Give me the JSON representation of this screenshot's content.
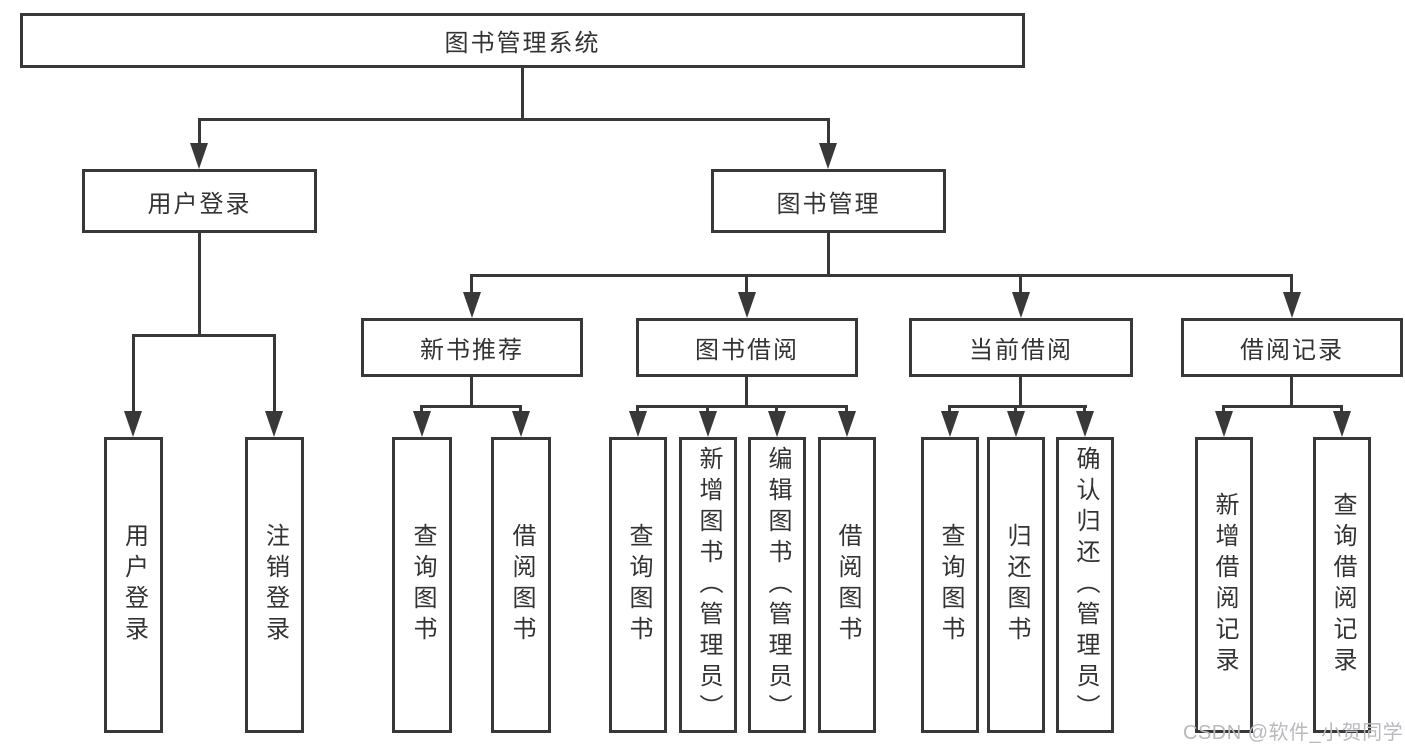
{
  "diagram": {
    "type": "hierarchy",
    "watermark": "CSDN @软件_小贺同学",
    "colors": {
      "line": "#383838",
      "text": "#333333",
      "background": "#ffffff",
      "watermark": "#b9b9be"
    },
    "tree": {
      "label": "图书管理系统",
      "children": [
        {
          "label": "用户登录",
          "children": [
            {
              "label": "用户登录"
            },
            {
              "label": "注销登录"
            }
          ]
        },
        {
          "label": "图书管理",
          "children": [
            {
              "label": "新书推荐",
              "children": [
                {
                  "label": "查询图书"
                },
                {
                  "label": "借阅图书"
                }
              ]
            },
            {
              "label": "图书借阅",
              "children": [
                {
                  "label": "查询图书"
                },
                {
                  "label": "新增图书（管理员）"
                },
                {
                  "label": "编辑图书（管理员）"
                },
                {
                  "label": "借阅图书"
                }
              ]
            },
            {
              "label": "当前借阅",
              "children": [
                {
                  "label": "查询图书"
                },
                {
                  "label": "归还图书"
                },
                {
                  "label": "确认归还（管理员）"
                }
              ]
            },
            {
              "label": "借阅记录",
              "children": [
                {
                  "label": "新增借阅记录"
                },
                {
                  "label": "查询借阅记录"
                }
              ]
            }
          ]
        }
      ]
    }
  }
}
